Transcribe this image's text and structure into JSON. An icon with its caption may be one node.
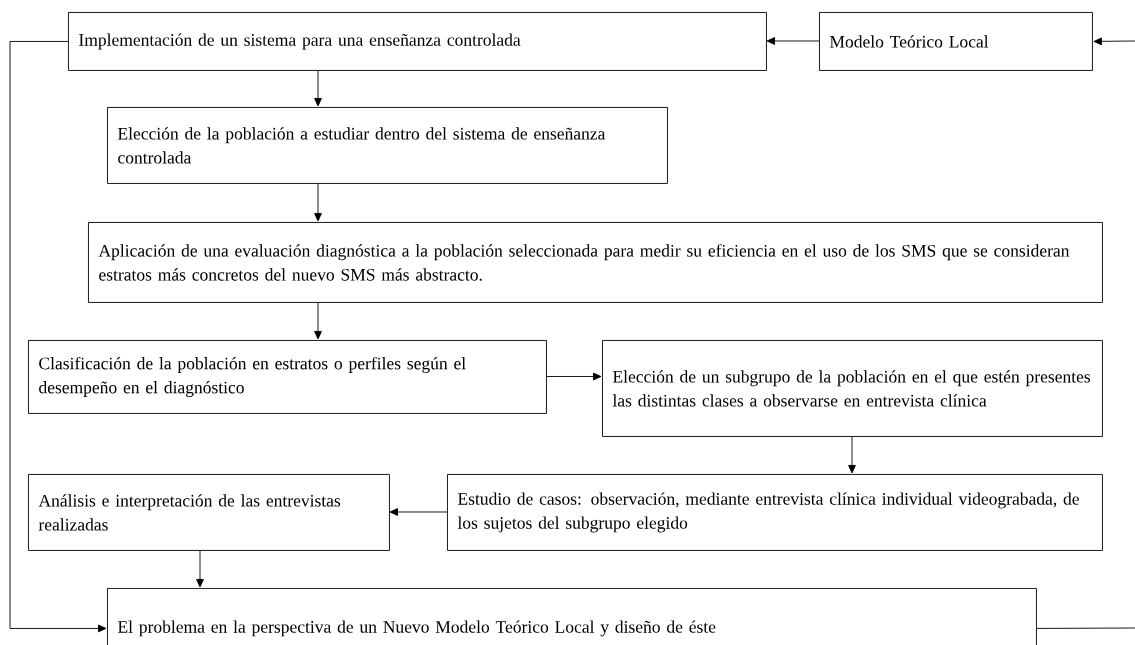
{
  "diagram": {
    "nodes": [
      {
        "text": [
          "Implementación de un sistema para una enseñanza controlada"
        ]
      },
      {
        "text": [
          "Modelo Teórico Local"
        ]
      },
      {
        "text": [
          "Elección de la población a estudiar dentro del sistema de enseñanza controlada"
        ]
      },
      {
        "text": [
          "Aplicación de una evaluación diagnóstica a la población seleccionada para medir su eficiencia en el uso de los SMS que se consideran estratos más concretos del nuevo SMS más abstracto."
        ]
      },
      {
        "text": [
          "Clasificación de la población en estratos o perfiles según el desempeño en el diagnóstico"
        ]
      },
      {
        "text": [
          "Elección de un subgrupo de la población en el que estén presentes las distintas clases  a observarse en entrevista clínica"
        ]
      },
      {
        "text": [
          "Análisis e interpretación de las entrevistas realizadas"
        ]
      },
      {
        "text": [
          "Estudio de casos: observación, mediante entrevista clínica individual videograbada, de los sujetos del subgrupo elegido"
        ]
      },
      {
        "text": [
          "El problema en la perspectiva de un Nuevo Modelo Teórico Local y diseño de éste"
        ]
      }
    ],
    "edges": [
      {
        "from": 1,
        "to": 0,
        "arrow": "to"
      },
      {
        "from": null,
        "to": 1,
        "arrow": "to"
      },
      {
        "from": 0,
        "to": 2,
        "arrow": "to"
      },
      {
        "from": 2,
        "to": 3,
        "arrow": "to"
      },
      {
        "from": 3,
        "to": 4,
        "arrow": "to"
      },
      {
        "from": 4,
        "to": 5,
        "arrow": "to"
      },
      {
        "from": 5,
        "to": 7,
        "arrow": "to"
      },
      {
        "from": 7,
        "to": 6,
        "arrow": "to"
      },
      {
        "from": 6,
        "to": 8,
        "arrow": "to"
      },
      {
        "from": 0,
        "to": 8,
        "arrow": "to"
      },
      {
        "from": 8,
        "to": null,
        "arrow": "none"
      }
    ]
  }
}
